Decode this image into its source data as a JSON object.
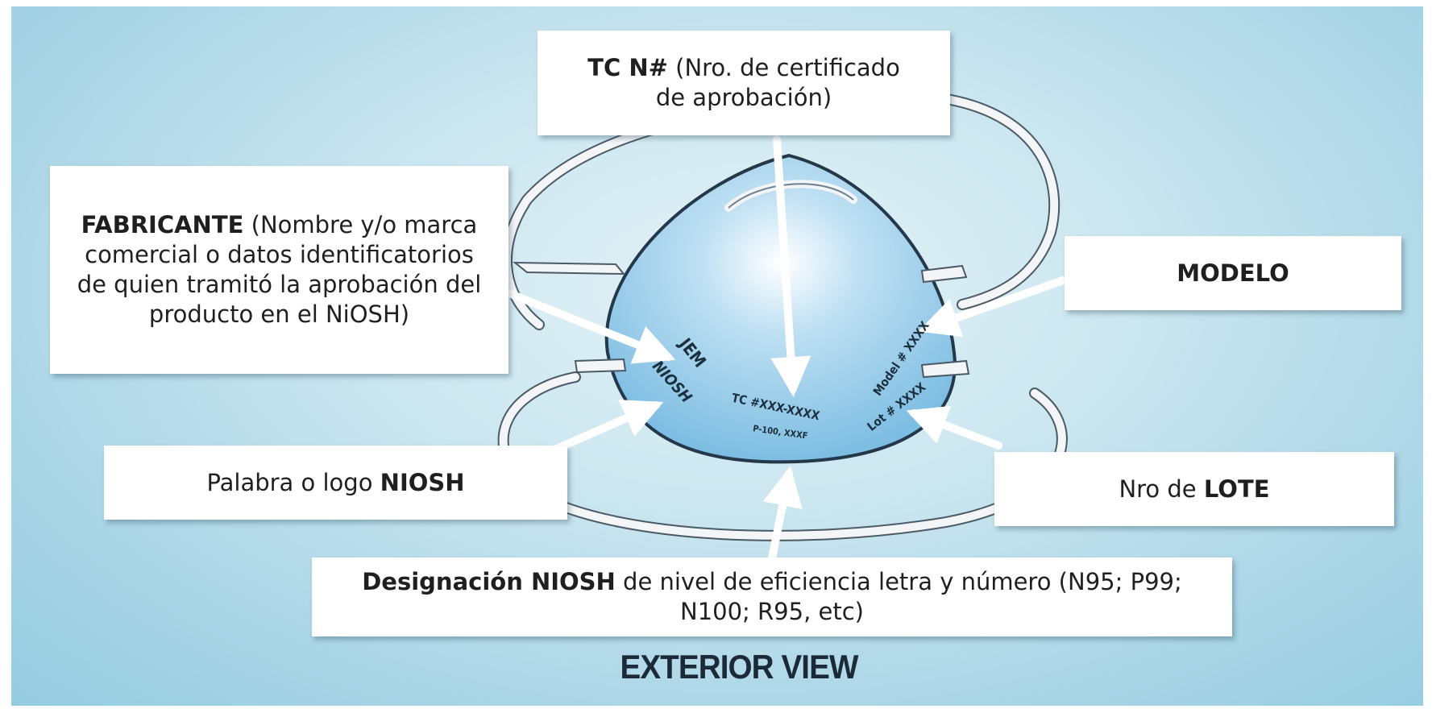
{
  "callouts": {
    "tc": {
      "bold": "TC N#",
      "rest": " (Nro. de certificado de aprobación)"
    },
    "fabricante": {
      "bold": "FABRICANTE",
      "rest": "  (Nombre y/o marca comercial o datos identificatorios de quien tramitó la aprobación del producto en el NiOSH)"
    },
    "modelo": {
      "bold": "MODELO"
    },
    "niosh_logo": {
      "prefix": "Palabra o logo ",
      "bold": "NIOSH"
    },
    "lote": {
      "prefix": "Nro de ",
      "bold": "LOTE"
    },
    "designacion": {
      "bold": "Designación NIOSH",
      "rest": " de nivel de eficiencia letra y número (N95; P99; N100; R95, etc)"
    }
  },
  "mask_print": {
    "brand": "JEM",
    "logo": "NIOSH",
    "tc": "TC #XXX-XXXX",
    "rating": "P-100, XXXF",
    "model": "Model # XXXX",
    "lot": "Lot # XXXX"
  },
  "footer": "EXTERIOR VIEW",
  "colors": {
    "background": "#b8dde9",
    "mask": "#8cc8e8",
    "mask_outline": "#24384a",
    "strap": "#f3f5f6",
    "callout": "#ffffff"
  }
}
